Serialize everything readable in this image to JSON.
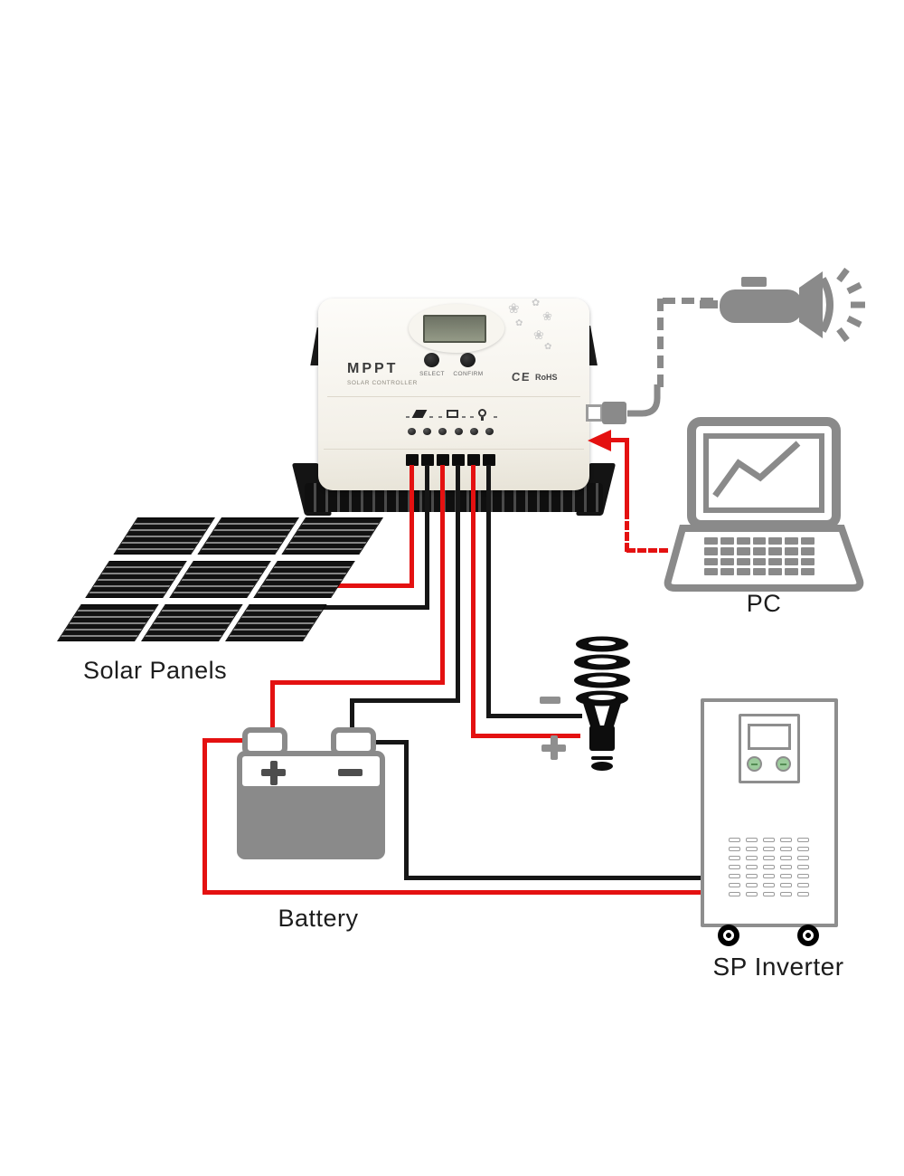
{
  "controller": {
    "brand": "MPPT",
    "subtitle": "SOLAR CONTROLLER",
    "select_label": "SELECT",
    "confirm_label": "CONFIRM",
    "ce_mark": "CE",
    "rohs_label": "RoHS",
    "decor": [
      "❀",
      "✿",
      "❀",
      "✿",
      "❀",
      "✿"
    ]
  },
  "labels": {
    "solar_panels": "Solar Panels",
    "battery": "Battery",
    "pc": "PC",
    "inverter": "SP Inverter",
    "battery_plus": "+",
    "battery_minus": "−",
    "lamp_plus": "+",
    "lamp_minus": "−"
  },
  "colors": {
    "wire_red": "#e41111",
    "wire_black": "#161616",
    "device_gray": "#8a8a8a",
    "lcd_screen": "#87907e",
    "inverter_button_green": "#9ccb9c"
  }
}
